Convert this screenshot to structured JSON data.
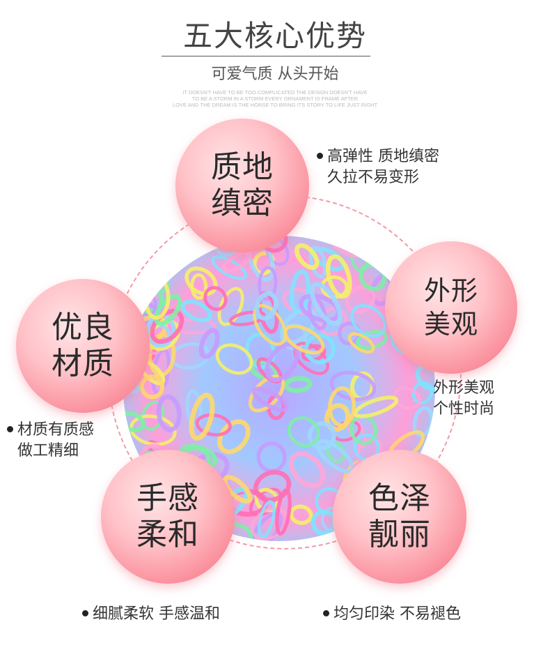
{
  "header": {
    "title": "五大核心优势",
    "subtitle": "可爱气质 从头开始",
    "tagline": [
      "IT DOESN'T HAVE TO BE TOO COMPLICATED THE DESIGN DOESN'T HAVE",
      "TO BE A STORM IN A STORM EVERY ORNAMENT IS FRAME AFTER",
      "LOVE AND THE DREAM IS THE HORSE TO BRING ITS STORY TO LIFE JUST RIGHT"
    ]
  },
  "features": [
    {
      "line1": "质地",
      "line2": "缜密",
      "desc1": "高弹性 质地缜密",
      "desc2": "久拉不易变形"
    },
    {
      "line1": "外形",
      "line2": "美观",
      "desc1": "外形美观",
      "desc2": "个性时尚"
    },
    {
      "line1": "优良",
      "line2": "材质",
      "desc1": "材质有质感",
      "desc2": "做工精细"
    },
    {
      "line1": "手感",
      "line2": "柔和",
      "desc1": "细腻柔软 手感温和"
    },
    {
      "line1": "色泽",
      "line2": "靓丽",
      "desc1": "均匀印染 不易褪色"
    }
  ],
  "colors": {
    "bubble": "#fa8f9c",
    "ring": "#f39aa8",
    "band_colors": [
      "#ff6fb5",
      "#f5f06a",
      "#7fe3ff",
      "#7ef0a6",
      "#c79bff",
      "#ffa6d8",
      "#9fd7ff",
      "#ffd86b"
    ]
  }
}
